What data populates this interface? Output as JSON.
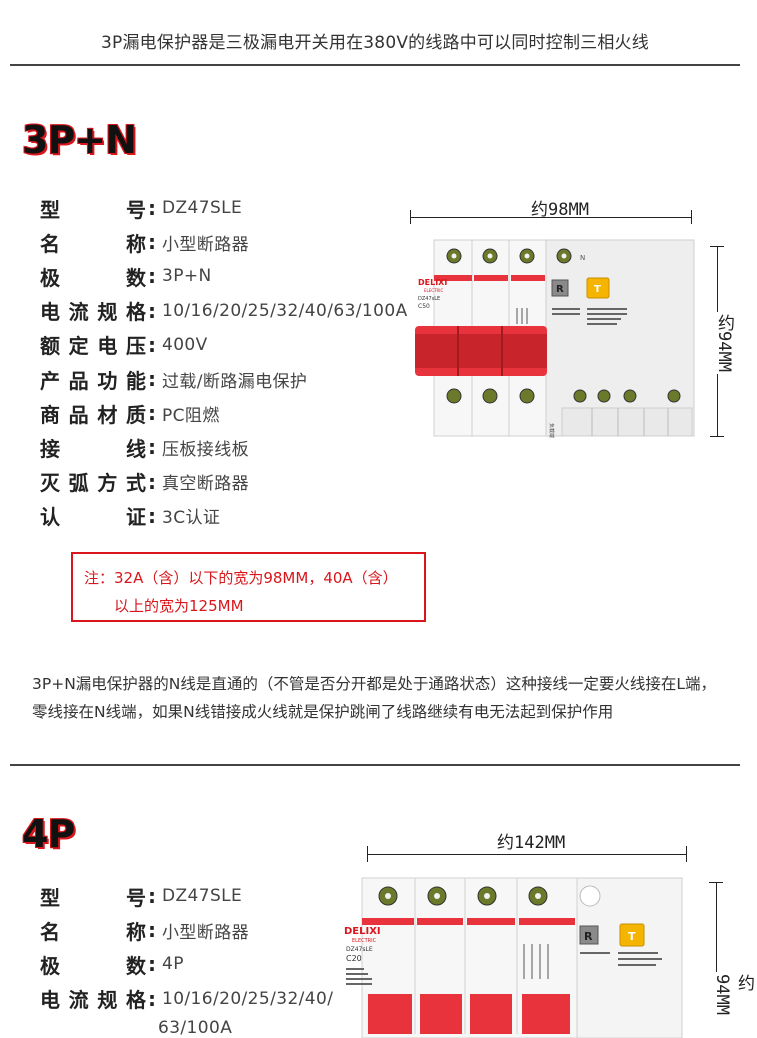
{
  "header": {
    "caption": "3P漏电保护器是三极漏电开关用在380V的线路中可以同时控制三相火线"
  },
  "section_3pn": {
    "title": "3P+N",
    "specs": [
      {
        "label": "型　　号",
        "value": "DZ47SLE"
      },
      {
        "label": "名　　称",
        "value": "小型断路器"
      },
      {
        "label": "极　　数",
        "value": "3P+N"
      },
      {
        "label": "电流规格",
        "value": "10/16/20/25/32/40/63/100A"
      },
      {
        "label": "额定电压",
        "value": "400V"
      },
      {
        "label": "产品功能",
        "value": "过载/断路漏电保护"
      },
      {
        "label": "商品材质",
        "value": "PC阻燃"
      },
      {
        "label": "接　　线",
        "value": "压板接线板"
      },
      {
        "label": "灭弧方式",
        "value": "真空断路器"
      },
      {
        "label": "认　　证",
        "value": "3C认证"
      }
    ],
    "width_label": "约98MM",
    "height_label": "约94MM",
    "note": {
      "line1": "注：32A（含）以下的宽为98MM，40A（含）",
      "line2": "以上的宽为125MM"
    },
    "description": "3P+N漏电保护器的N线是直通的（不管是否分开都是处于通路状态）这种接线一定要火线接在L端，零线接在N线端，如果N线错接成火线就是保护跳闸了线路继续有电无法起到保护作用",
    "device": {
      "brand": "DELIXI",
      "brand_sub": "ELECTRIC",
      "model": "DZ47sLE",
      "rating": "C50",
      "btn_r": "R",
      "btn_t": "T",
      "n_mark": "N",
      "load_mark": "负载端"
    }
  },
  "section_4p": {
    "title": "4P",
    "specs": [
      {
        "label": "型　　号",
        "value": "DZ47SLE"
      },
      {
        "label": "名　　称",
        "value": "小型断路器"
      },
      {
        "label": "极　　数",
        "value": "4P"
      },
      {
        "label": "电流规格",
        "value": "10/16/20/25/32/40/"
      }
    ],
    "spec_overflow": "63/100A",
    "width_label": "约142MM",
    "height_label": "约94MM",
    "device": {
      "brand": "DELIXI",
      "brand_sub": "ELECTRIC",
      "model": "DZ47sLE",
      "rating": "C20",
      "btn_r": "R",
      "btn_t": "T"
    }
  },
  "colors": {
    "accent_red": "#d8161b",
    "handle_red": "#e8323c",
    "test_yellow": "#f5b400",
    "body_white": "#f4f4f4"
  }
}
